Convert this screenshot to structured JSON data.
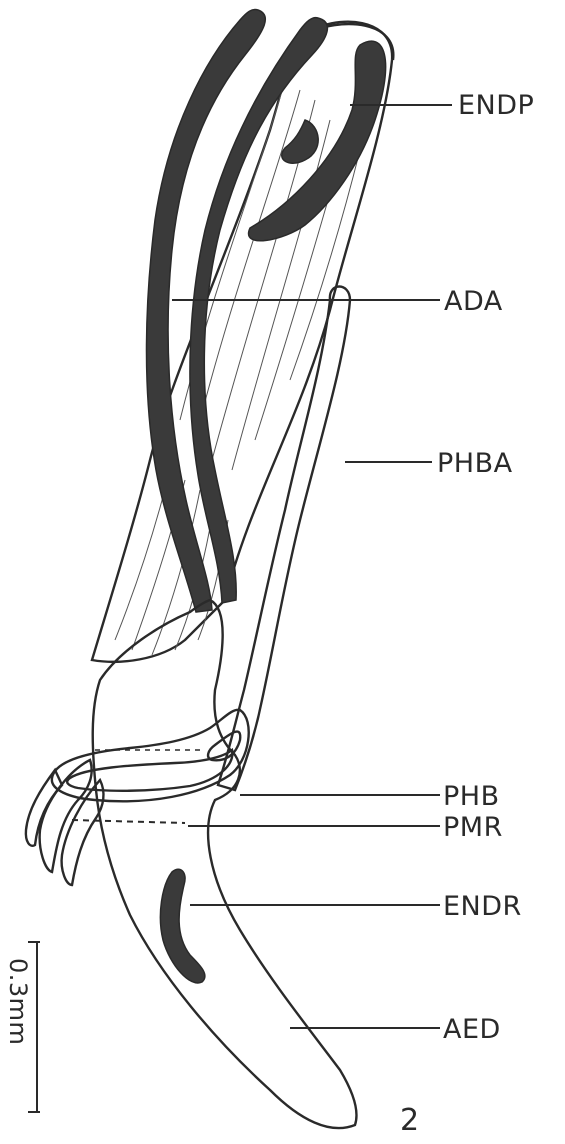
{
  "labels": {
    "endp": "ENDP",
    "ada": "ADA",
    "phba": "PHBA",
    "phb": "PHB",
    "pmr": "PMR",
    "endr": "ENDR",
    "aed": "AED"
  },
  "scale_bar": "0.3mm",
  "figure_number": "2",
  "colors": {
    "ink": "#2a2a2a",
    "sclerotized": "#3a3a3a",
    "background": "#ffffff"
  }
}
